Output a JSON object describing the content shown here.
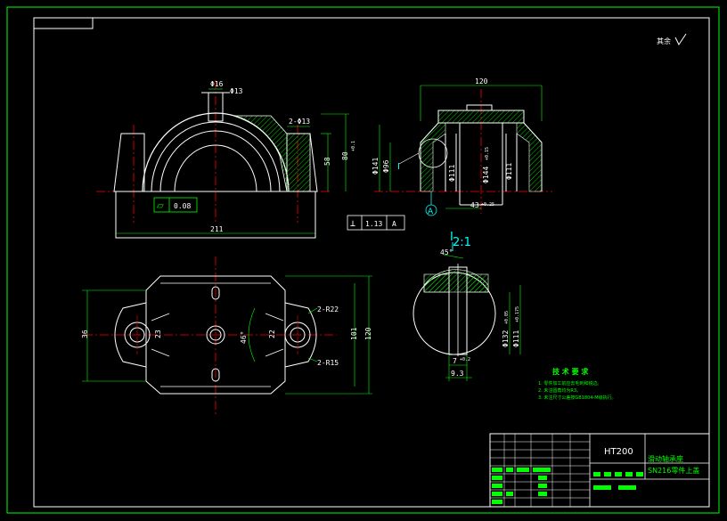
{
  "drawing": {
    "colors": {
      "background": "#000000",
      "frame": "#00ff00",
      "outline": "#ffffff",
      "centerline": "#ff0000",
      "hatch": "#00ff00",
      "dimension": "#00ff00",
      "label": "#00ffff"
    },
    "roughness_note": "其余",
    "front_view": {
      "dims": {
        "hole_top": "Φ16",
        "hole_side": "Φ13",
        "holes_2x": "2-Φ13",
        "height_58": "58",
        "height_80": "80",
        "tol": "+0.1",
        "width_211": "211"
      },
      "tolerance_frame": {
        "symbol": "⏥",
        "value": "0.08"
      }
    },
    "perpendicular_frame": {
      "symbol": "⊥",
      "value": "1.13",
      "datum": "A"
    },
    "side_view": {
      "dims": {
        "width_120": "120",
        "d141": "Φ141",
        "d96": "Φ96",
        "d111": "Φ111",
        "d144": "Φ144",
        "d111b": "Φ111",
        "tol_15": "+0.15",
        "tol_25": "+0.25",
        "dim_43": "43"
      },
      "detail_label": "I",
      "datum_label": "A"
    },
    "top_view": {
      "dims": {
        "r22": "2-R22",
        "r15": "2-R15",
        "angle": "46°",
        "w36": "36",
        "w23": "23",
        "w22": "22",
        "h101": "101",
        "h120": "120"
      }
    },
    "detail_view": {
      "label": "I",
      "scale": "2:1",
      "dims": {
        "angle": "45°",
        "d132": "Φ132",
        "tol_a": "+0.05",
        "d111": "Φ111",
        "tol_b": "+0.175",
        "w7": "7",
        "tol_c": "+0.2",
        "w93": "9.3"
      }
    },
    "tech_req": {
      "title": "技 术 要 求",
      "items": [
        "1. 零件加工前应去毛刺和锐边。",
        "2. 未注圆角均为R3。",
        "3. 未注尺寸公差按GB1804-M级执行。"
      ]
    },
    "title_block": {
      "material": "HT200",
      "name_line1": "滑动轴承座",
      "name_line2": "SN216零件上盖"
    }
  }
}
